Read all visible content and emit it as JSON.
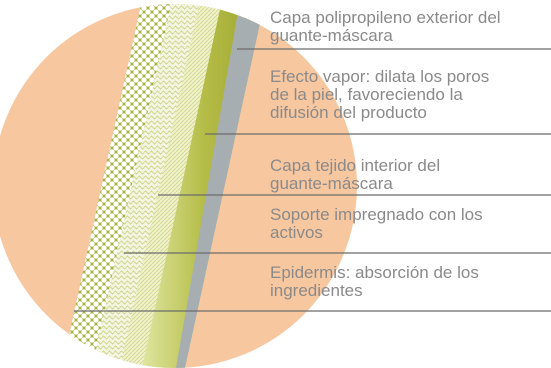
{
  "labels": [
    {
      "text": "Capa polipropileno exterior del\nguante-máscara"
    },
    {
      "text": "Efecto vapor: dilata los poros\nde la piel, favoreciendo la\ndifusión del producto"
    },
    {
      "text": "Capa tejido interior del\nguante-máscara"
    },
    {
      "text": "Soporte impregnado con los\nactivos"
    },
    {
      "text": "Epidermis: absorción de los\ningredientes"
    }
  ],
  "colors": {
    "skin": "#f7c7a0",
    "dots_layer": "#a6b03c",
    "wavy_layer": "#d9dd9a",
    "weave_layer": "#dfe3ab",
    "gradient_layer_light": "#dfe6a0",
    "gradient_layer_dark": "#9aa32b",
    "outer_gray": "#a7aeb1",
    "text": "#8a8a8a",
    "leader_line": "#6b6b6b"
  }
}
